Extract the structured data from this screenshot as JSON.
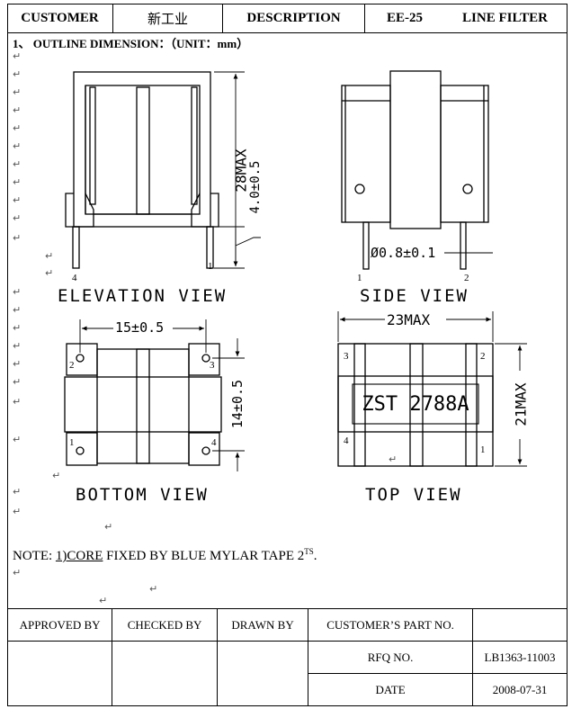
{
  "header": {
    "customer_label": "CUSTOMER",
    "customer_value": "新工业",
    "description_label": "DESCRIPTION",
    "part_code": "EE-25",
    "product": "LINE FILTER"
  },
  "section": {
    "title": "1、 OUTLINE DIMENSION：（UNIT：mm）"
  },
  "views": {
    "elevation": {
      "label": "ELEVATION VIEW",
      "height_dim": "28MAX",
      "pin_dim": "4.0±0.5",
      "pin_left": "4",
      "pin_right": "1"
    },
    "side": {
      "label": "SIDE VIEW",
      "pin_dim": "Ø0.8±0.1",
      "pin_left": "1",
      "pin_right": "2"
    },
    "bottom": {
      "label": "BOTTOM VIEW",
      "width_dim": "15±0.5",
      "height_dim": "14±0.5",
      "pins": [
        "2",
        "3",
        "1",
        "4"
      ]
    },
    "top": {
      "label": "TOP VIEW",
      "width_dim": "23MAX",
      "height_dim": "21MAX",
      "marking": "ZST 2788A",
      "pins": [
        "3",
        "2",
        "4",
        "1"
      ]
    }
  },
  "note": {
    "prefix": "NOTE: ",
    "link": "1)CORE",
    "text": " FIXED BY BLUE MYLAR TAPE 2",
    "sup": "TS",
    "suffix": "."
  },
  "footer": {
    "approved_label": "APPROVED BY",
    "checked_label": "CHECKED BY",
    "drawn_label": "DRAWN BY",
    "customer_part_label": "CUSTOMER’S PART NO.",
    "rfq_label": "RFQ NO.",
    "rfq_value": "LB1363-11003",
    "date_label": "DATE",
    "date_value": "2008-07-31"
  }
}
